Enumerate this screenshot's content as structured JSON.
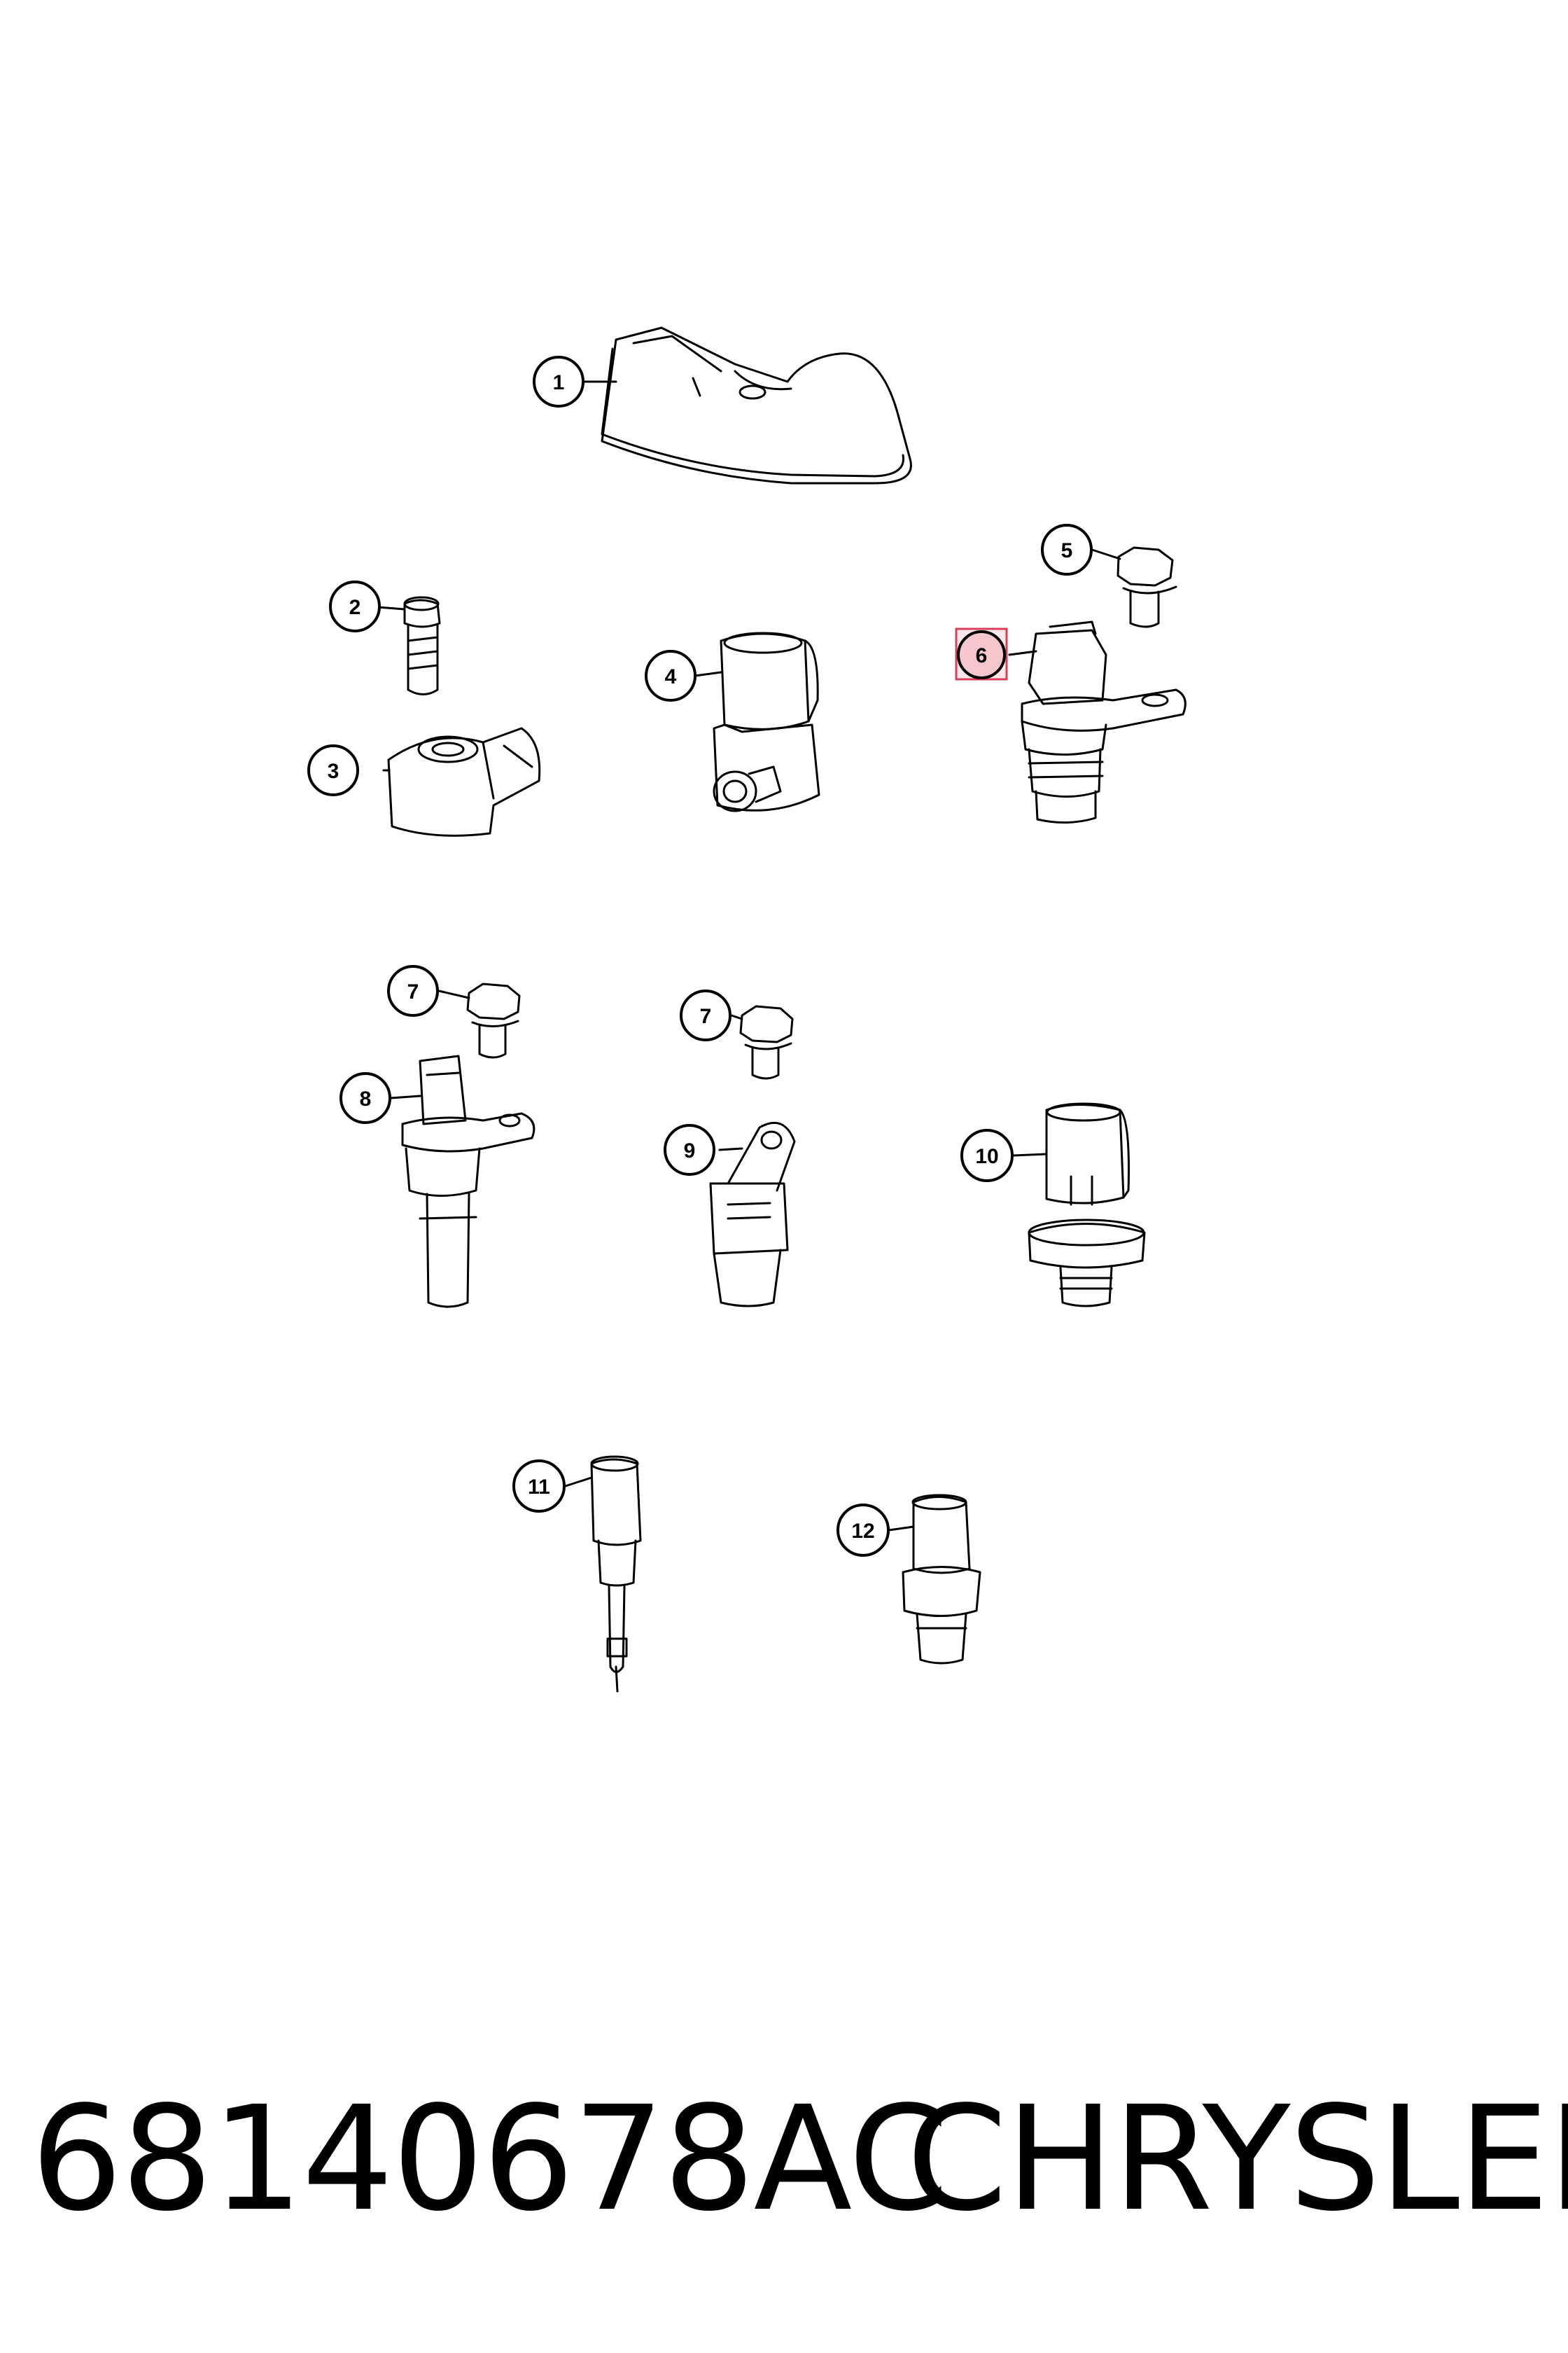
{
  "diagram": {
    "callouts": [
      {
        "id": "c1",
        "label": "1",
        "highlighted": false
      },
      {
        "id": "c2",
        "label": "2",
        "highlighted": false
      },
      {
        "id": "c3",
        "label": "3",
        "highlighted": false
      },
      {
        "id": "c4",
        "label": "4",
        "highlighted": false
      },
      {
        "id": "c5",
        "label": "5",
        "highlighted": false
      },
      {
        "id": "c6",
        "label": "6",
        "highlighted": true
      },
      {
        "id": "c7a",
        "label": "7",
        "highlighted": false
      },
      {
        "id": "c7b",
        "label": "7",
        "highlighted": false
      },
      {
        "id": "c8",
        "label": "8",
        "highlighted": false
      },
      {
        "id": "c9",
        "label": "9",
        "highlighted": false
      },
      {
        "id": "c10",
        "label": "10",
        "highlighted": false
      },
      {
        "id": "c11",
        "label": "11",
        "highlighted": false
      },
      {
        "id": "c12",
        "label": "12",
        "highlighted": false
      }
    ],
    "highlight_color": "#f6c6cf",
    "highlight_border": "#d6405a"
  },
  "footer": {
    "part_number": "68140678AC",
    "brand": "CHRYSLER"
  }
}
